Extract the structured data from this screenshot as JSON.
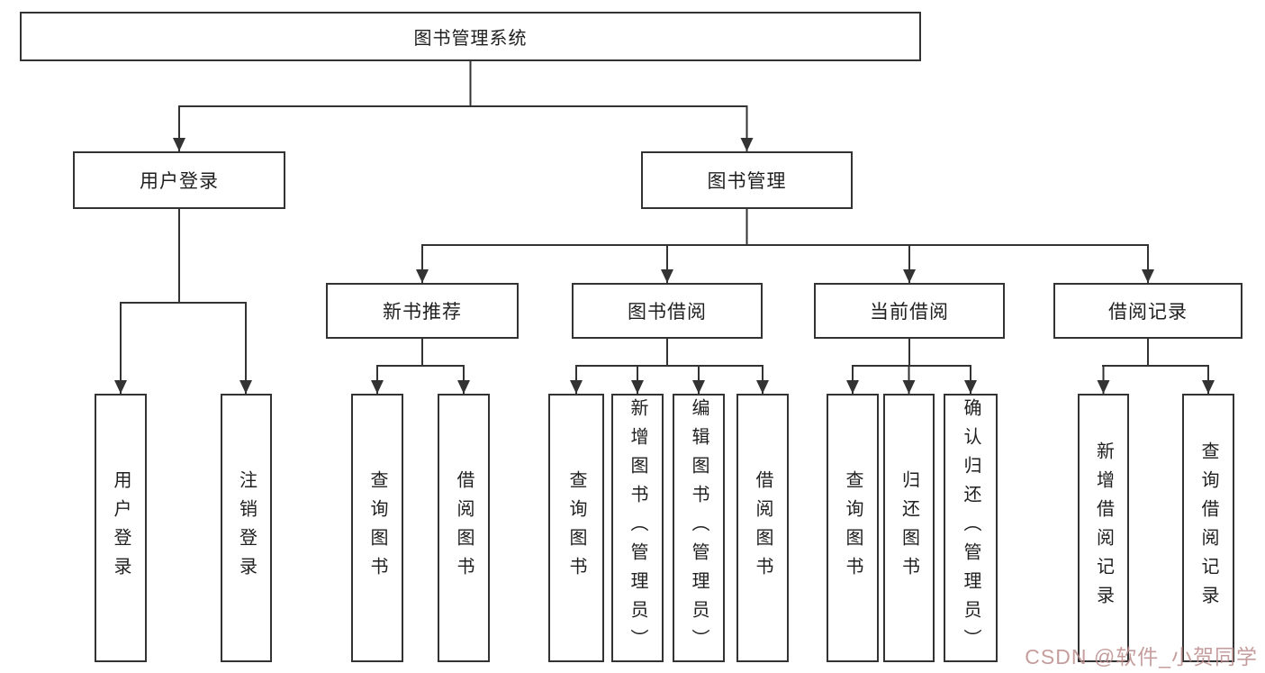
{
  "nodes": {
    "root": "图书管理系统",
    "level2": [
      "用户登录",
      "图书管理"
    ],
    "level3": [
      "新书推荐",
      "图书借阅",
      "当前借阅",
      "借阅记录"
    ],
    "leaves": [
      "用户登录",
      "注销登录",
      "查询图书",
      "借阅图书",
      "查询图书",
      "新增图书（管理员）",
      "编辑图书（管理员）",
      "借阅图书",
      "查询图书",
      "归还图书",
      "确认归还（管理员）",
      "新增借阅记录",
      "查询借阅记录"
    ]
  },
  "hierarchy": {
    "图书管理系统": {
      "用户登录": [
        "用户登录",
        "注销登录"
      ],
      "图书管理": {
        "新书推荐": [
          "查询图书",
          "借阅图书"
        ],
        "图书借阅": [
          "查询图书",
          "新增图书（管理员）",
          "编辑图书（管理员）",
          "借阅图书"
        ],
        "当前借阅": [
          "查询图书",
          "归还图书",
          "确认归还（管理员）"
        ],
        "借阅记录": [
          "新增借阅记录",
          "查询借阅记录"
        ]
      }
    }
  },
  "watermark": "CSDN @软件_小贺同学",
  "colors": {
    "line": "#333333",
    "box_border": "#333333",
    "text": "#1f1f1f",
    "watermark": "#bc8d8d",
    "background": "#ffffff"
  }
}
